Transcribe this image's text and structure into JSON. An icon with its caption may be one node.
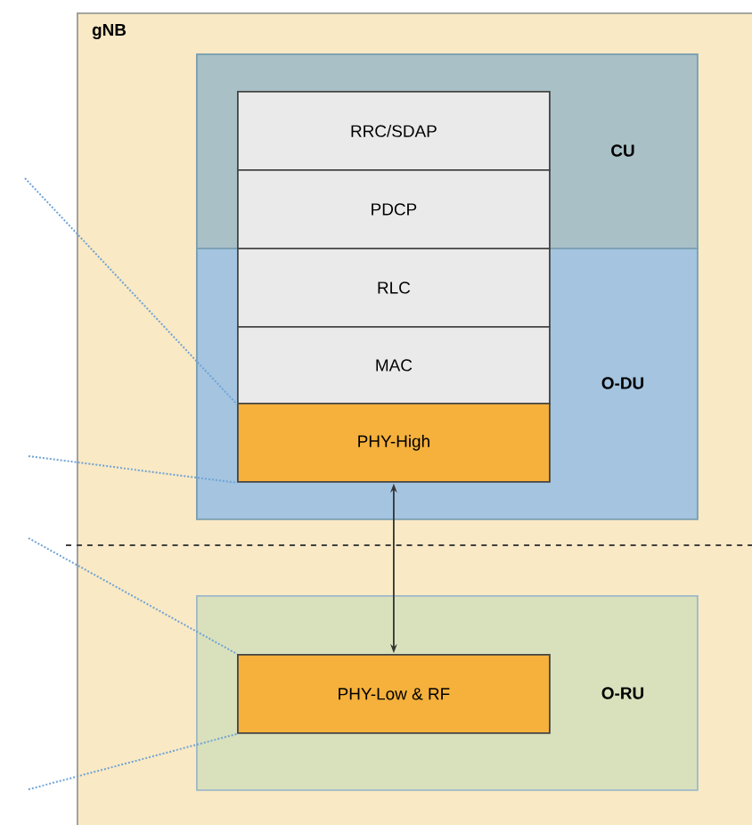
{
  "diagram": {
    "nodes": [
      {
        "text": [
          "gNB"
        ]
      },
      {
        "text": [
          "CU"
        ],
        "in": 0
      },
      {
        "text": [
          "RRC/SDAP"
        ],
        "in": 1
      },
      {
        "text": [
          "PDCP"
        ],
        "in": 1
      },
      {
        "text": [
          "O-DU"
        ],
        "in": 0
      },
      {
        "text": [
          "RLC"
        ],
        "in": 4
      },
      {
        "text": [
          "MAC"
        ],
        "in": 4
      },
      {
        "text": [
          "PHY-High"
        ],
        "in": 4
      },
      {
        "text": [
          "O-RU"
        ],
        "in": 0
      },
      {
        "text": [
          "PHY-Low & RF"
        ],
        "in": 8
      }
    ],
    "edges": [
      {
        "from": 7,
        "to": 9,
        "arrow": "both",
        "color": "#333333"
      },
      {
        "from": null,
        "to": 6,
        "arrow": "none",
        "style": "dashed",
        "color": "#6fa3d6"
      },
      {
        "from": null,
        "to": 7,
        "arrow": "none",
        "style": "dashed",
        "color": "#6fa3d6"
      },
      {
        "from": null,
        "to": 9,
        "arrow": "none",
        "style": "dashed",
        "color": "#6fa3d6"
      },
      {
        "from": null,
        "to": 9,
        "arrow": "none",
        "style": "dashed",
        "color": "#6fa3d6"
      }
    ]
  }
}
